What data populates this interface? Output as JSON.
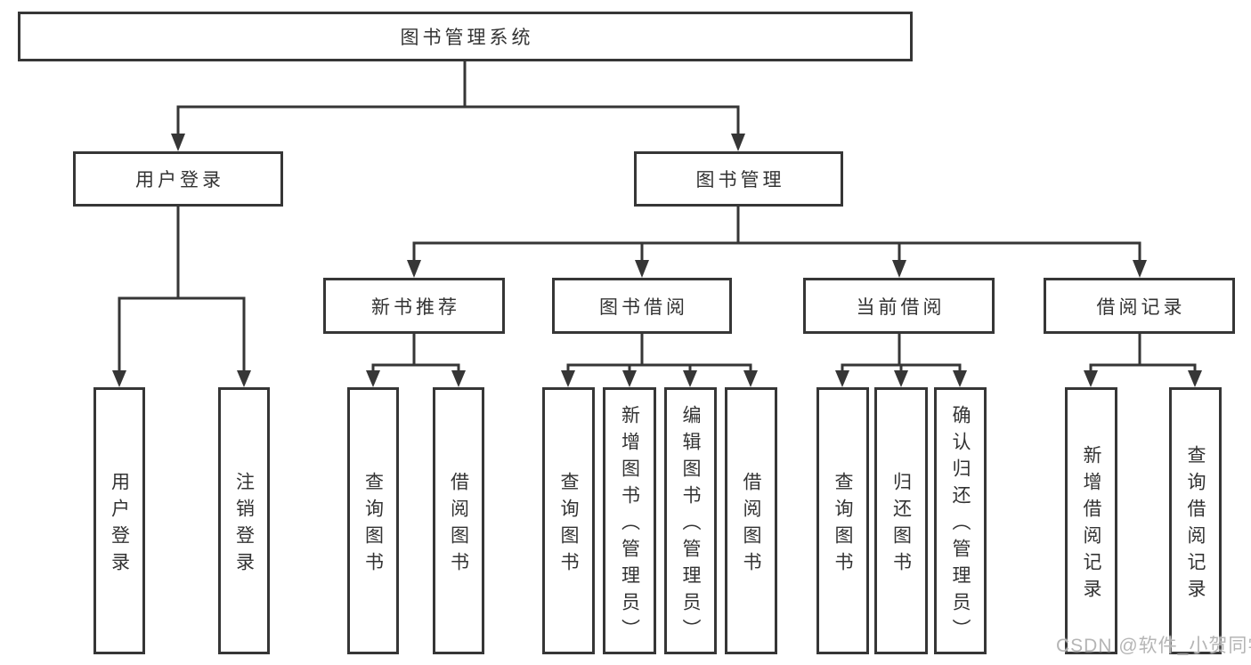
{
  "diagram": {
    "root": {
      "label": "图书管理系统"
    },
    "branches": [
      {
        "label": "用户登录",
        "leaves": [
          {
            "label": "用户登录"
          },
          {
            "label": "注销登录"
          }
        ]
      },
      {
        "label": "图书管理",
        "groups": [
          {
            "label": "新书推荐",
            "leaves": [
              {
                "label": "查询图书"
              },
              {
                "label": "借阅图书"
              }
            ]
          },
          {
            "label": "图书借阅",
            "leaves": [
              {
                "label": "查询图书"
              },
              {
                "label": "新增图书（管理员）"
              },
              {
                "label": "编辑图书（管理员）"
              },
              {
                "label": "借阅图书"
              }
            ]
          },
          {
            "label": "当前借阅",
            "leaves": [
              {
                "label": "查询图书"
              },
              {
                "label": "归还图书"
              },
              {
                "label": "确认归还（管理员）"
              }
            ]
          },
          {
            "label": "借阅记录",
            "leaves": [
              {
                "label": "新增借阅记录"
              },
              {
                "label": "查询借阅记录"
              }
            ]
          }
        ]
      }
    ]
  },
  "watermark": {
    "text": "CSDN @软件_小贺同学"
  },
  "colors": {
    "line": "#363636",
    "text": "#333333",
    "background": "#ffffff",
    "watermark": "#b5b5b5"
  }
}
